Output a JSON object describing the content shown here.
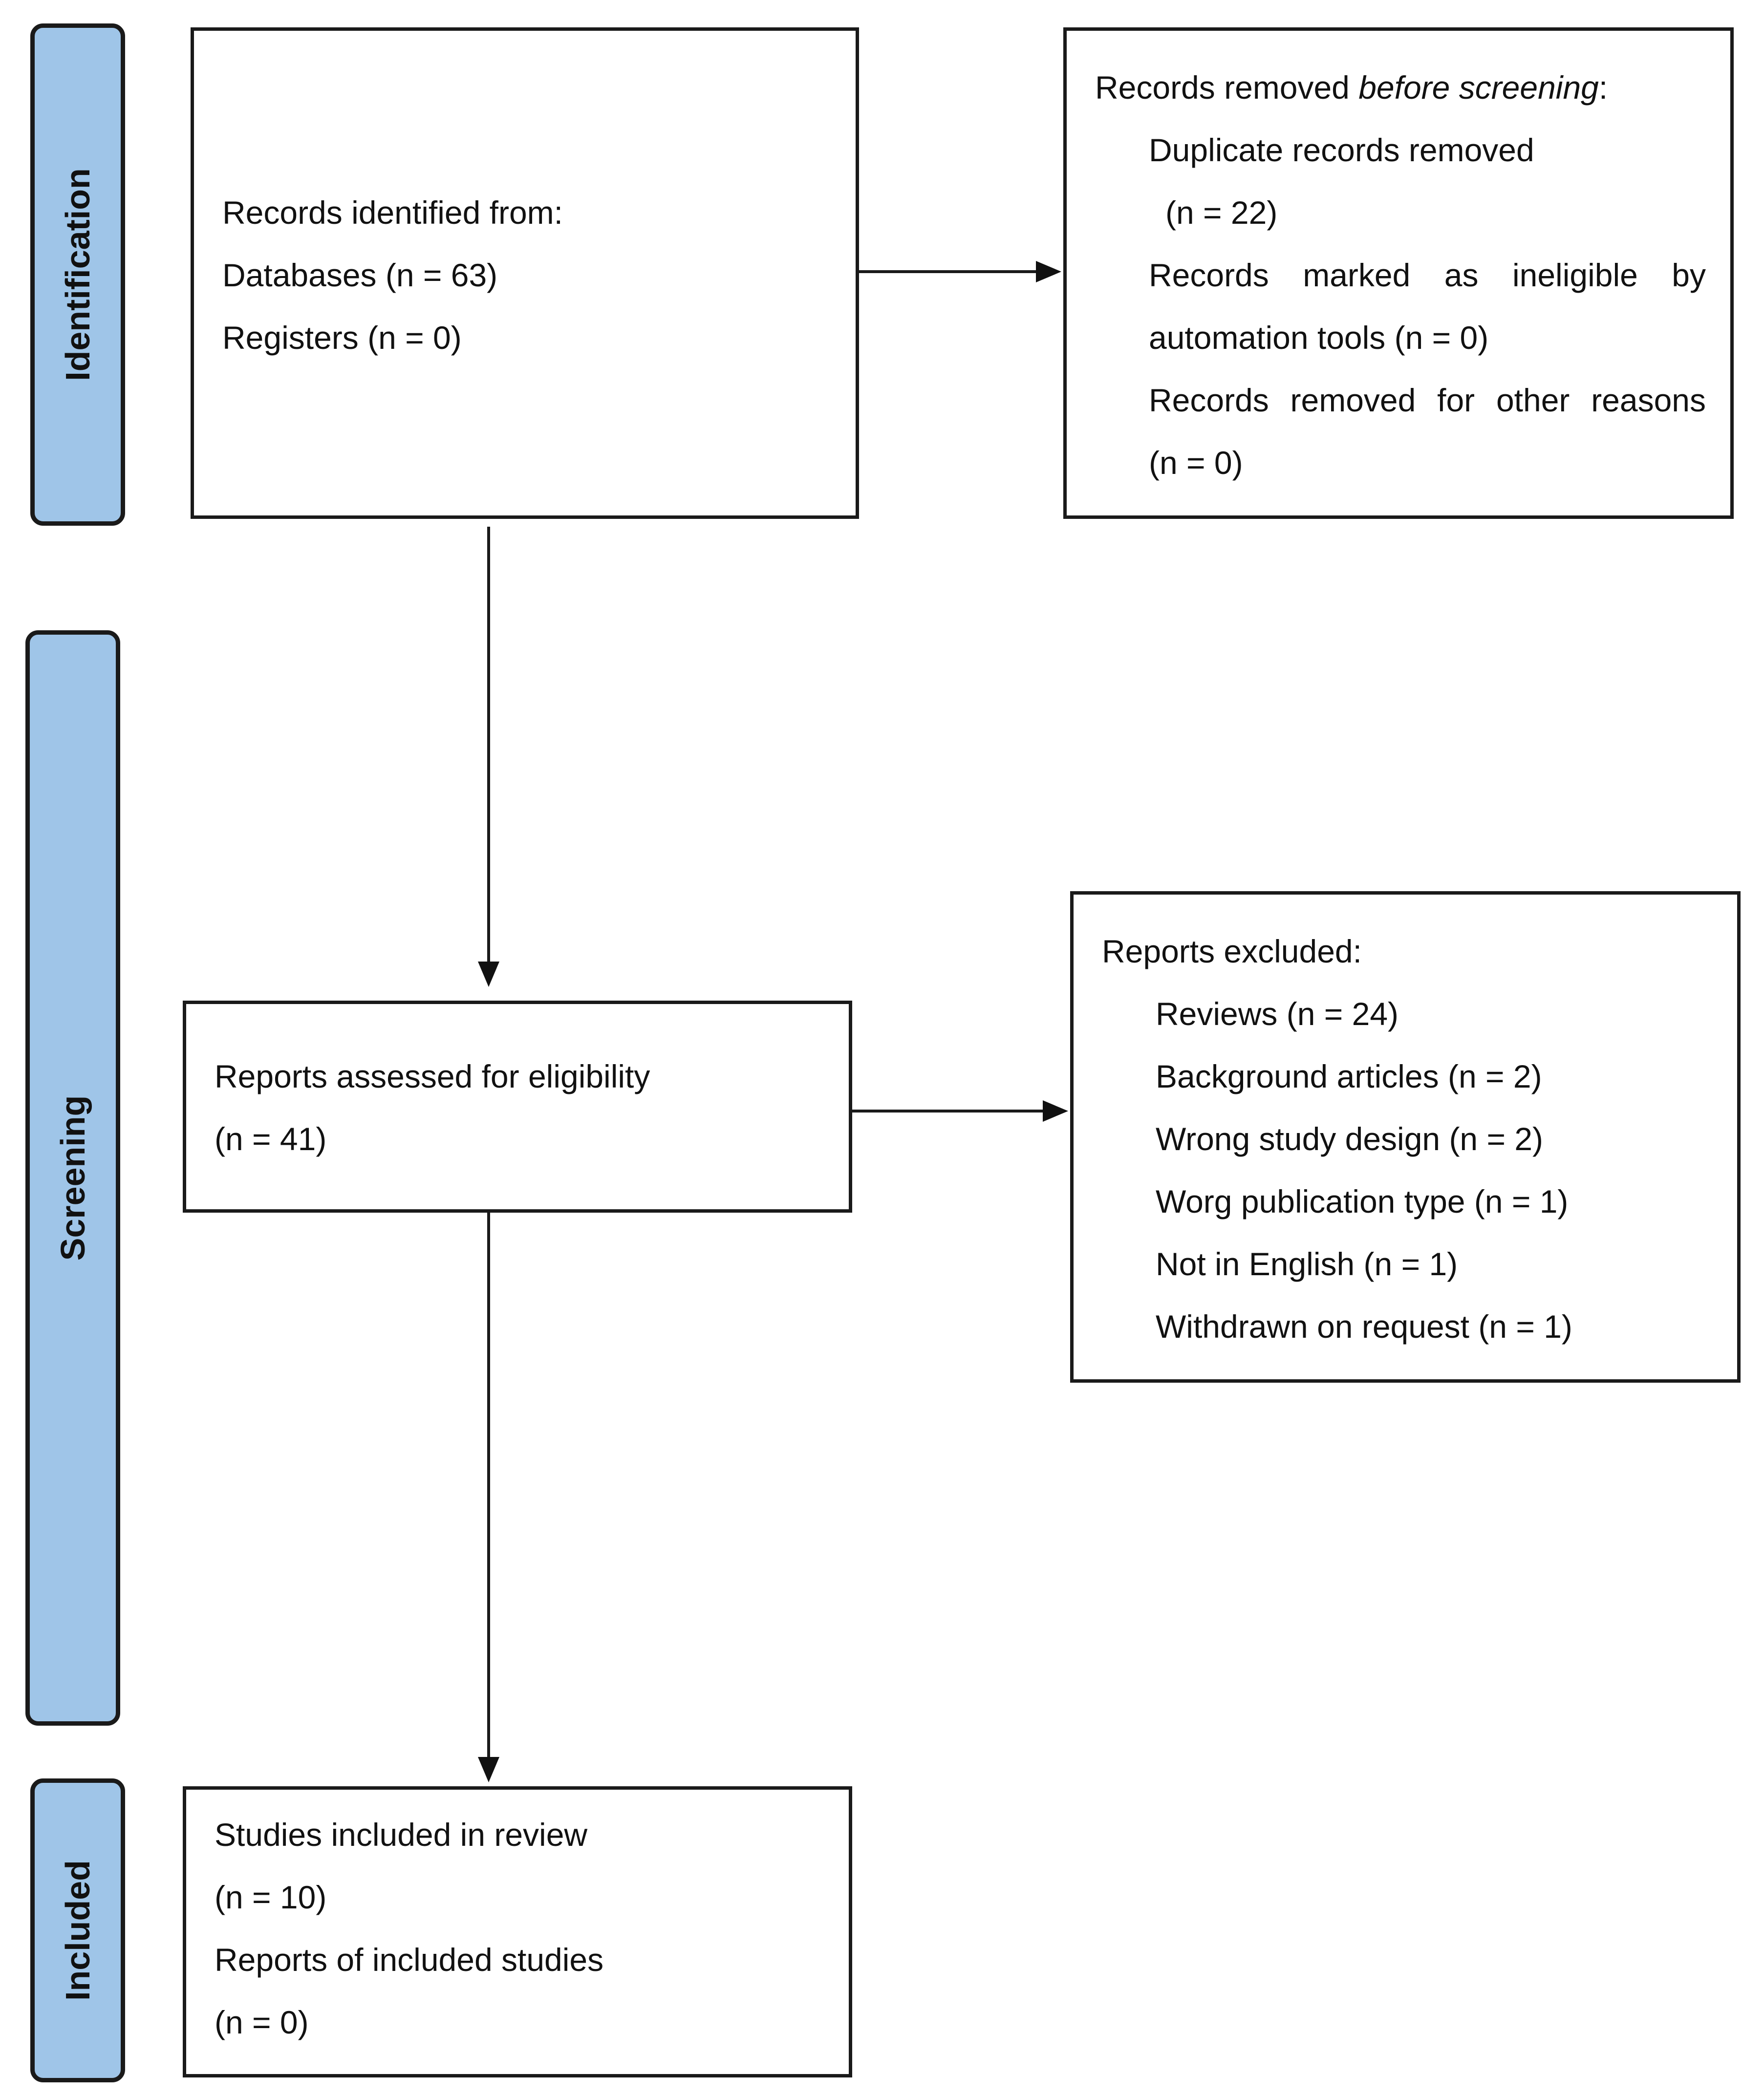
{
  "phases": {
    "identification": "Identification",
    "screening": "Screening",
    "included": "Included"
  },
  "records_identified": {
    "line1": "Records identified from:",
    "line2": "Databases (n = 63)",
    "line3": "Registers (n = 0)"
  },
  "records_removed": {
    "heading_prefix": "Records removed ",
    "heading_italic": "before screening",
    "heading_suffix": ":",
    "duplicate_label": "Duplicate records removed",
    "duplicate_count": "(n = 22)",
    "ineligible_line1": "Records marked as ineligible by",
    "ineligible_line2": "automation tools (n = 0)",
    "other_line1": "Records removed for other reasons",
    "other_line2": "(n = 0)"
  },
  "reports_assessed": {
    "line1": "Reports assessed for eligibility",
    "line2": "(n = 41)"
  },
  "reports_excluded": {
    "heading": "Reports excluded:",
    "items": [
      "Reviews (n = 24)",
      "Background articles (n = 2)",
      "Wrong study design (n = 2)",
      "Worg publication type (n = 1)",
      "Not in English (n = 1)",
      "Withdrawn on request (n = 1)"
    ]
  },
  "studies_included": {
    "line1": "Studies included in review",
    "line2": "(n = 10)",
    "line3": "Reports of included studies",
    "line4": "(n = 0)"
  },
  "colors": {
    "phase_fill": "#9fc5e8",
    "border": "#1a1a1a"
  }
}
